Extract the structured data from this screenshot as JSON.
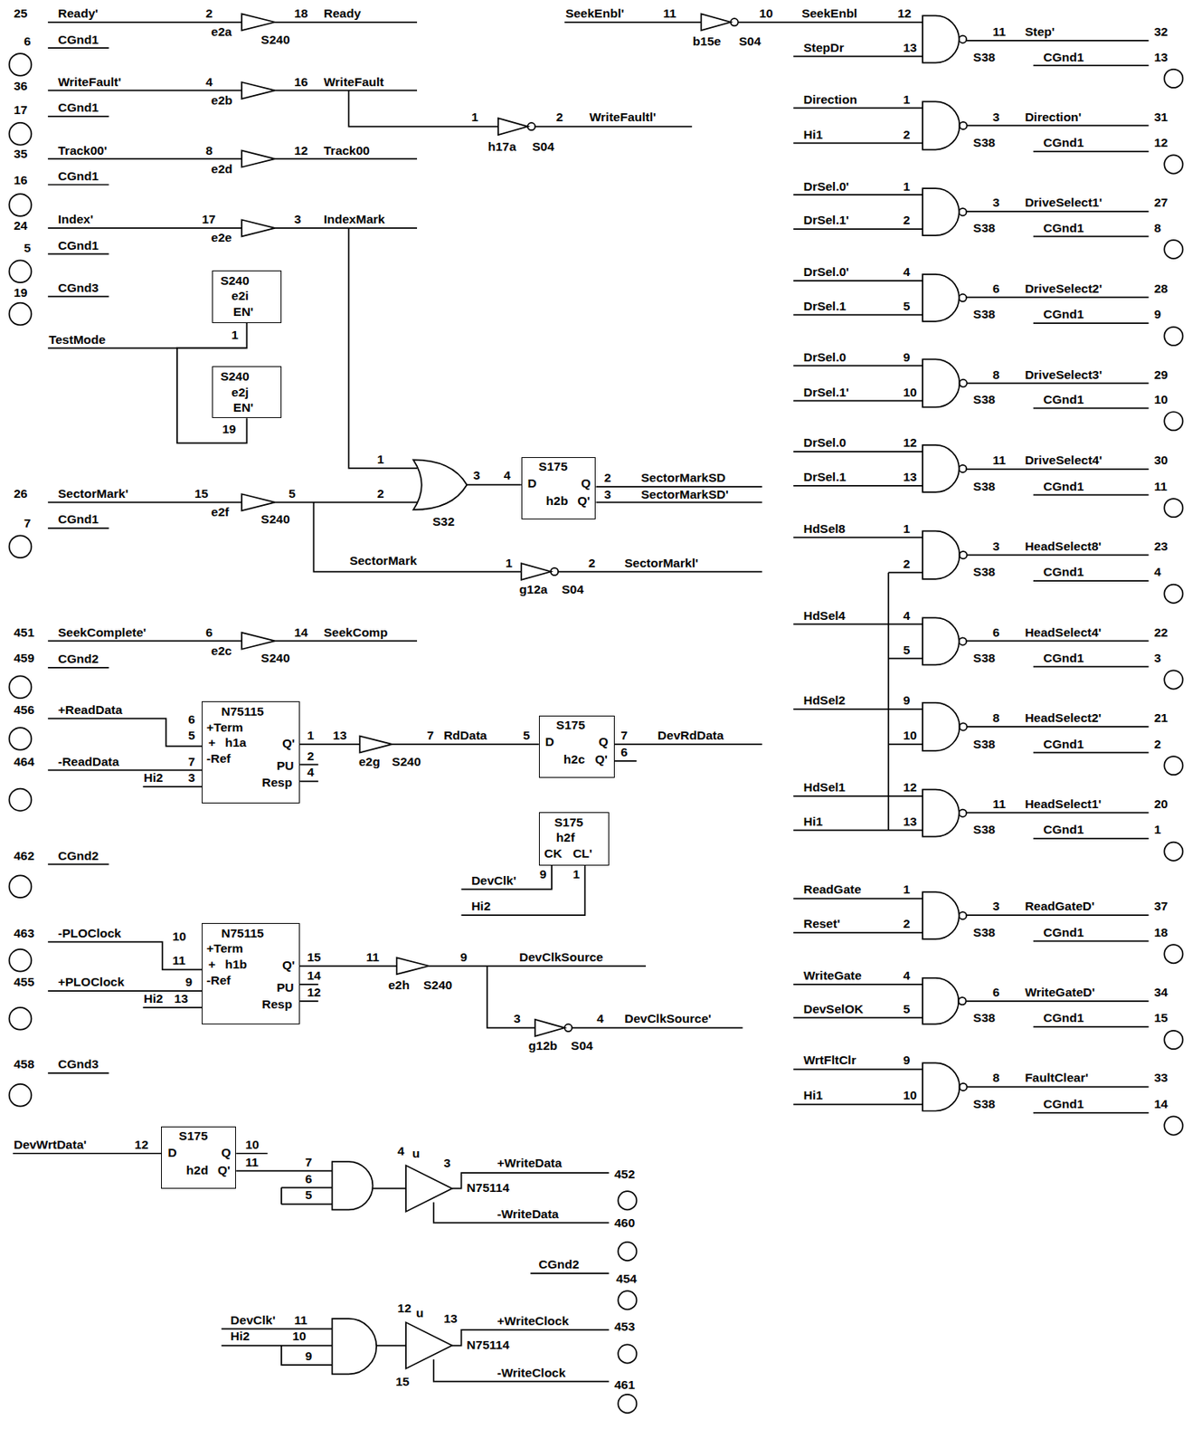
{
  "diagram": {
    "nodes": [
      {
        "text": [
          "S240",
          "e2i",
          "EN'"
        ]
      },
      {
        "text": [
          "S240",
          "e2j",
          "EN'"
        ]
      },
      {
        "text": [
          "S175",
          "D",
          "Q",
          "h2b",
          "Q'"
        ]
      },
      {
        "text": [
          "N75115",
          "+Term",
          "+",
          "h1a",
          "-Ref",
          "Q'",
          "PU",
          "Resp"
        ]
      },
      {
        "text": [
          "S175",
          "D",
          "Q",
          "h2c",
          "Q'"
        ]
      },
      {
        "text": [
          "S175",
          "h2f",
          "CK",
          "CL'"
        ]
      },
      {
        "text": [
          "N75115",
          "+Term",
          "+",
          "h1b",
          "-Ref",
          "Q'",
          "PU",
          "Resp"
        ]
      },
      {
        "text": [
          "S175",
          "D",
          "Q",
          "h2d",
          "Q'"
        ]
      }
    ],
    "edges": [
      {
        "from": 0,
        "to": 1,
        "arrow": "none"
      }
    ],
    "labels": [
      "25",
      "Ready'",
      "2",
      "18",
      "Ready",
      "e2a",
      "S240",
      "6",
      "CGnd1",
      "36",
      "WriteFault'",
      "4",
      "16",
      "WriteFault",
      "e2b",
      "17",
      "CGnd1",
      "35",
      "Track00'",
      "8",
      "12",
      "Track00",
      "e2d",
      "16",
      "CGnd1",
      "24",
      "Index'",
      "17",
      "3",
      "IndexMark",
      "e2e",
      "5",
      "CGnd1",
      "19",
      "CGnd3",
      "TestMode",
      "1",
      "19",
      "1",
      "26",
      "SectorMark'",
      "15",
      "5",
      "e2f",
      "S240",
      "2",
      "3",
      "4",
      "S32",
      "2",
      "SectorMarkSD",
      "3",
      "SectorMarkSD'",
      "7",
      "CGnd1",
      "SectorMark",
      "1",
      "2",
      "SectorMarkl'",
      "g12a",
      "S04",
      "451",
      "SeekComplete'",
      "6",
      "14",
      "SeekComp",
      "e2c",
      "S240",
      "459",
      "CGnd2",
      "456",
      "+ReadData",
      "6",
      "5",
      "464",
      "-ReadData",
      "7",
      "Hi2",
      "3",
      "1",
      "13",
      "2",
      "4",
      "e2g",
      "S240",
      "7",
      "RdData",
      "5",
      "7",
      "DevRdData",
      "6",
      "DevClk'",
      "9",
      "1",
      "Hi2",
      "462",
      "CGnd2",
      "463",
      "-PLOClock",
      "10",
      "11",
      "455",
      "+PLOClock",
      "9",
      "Hi2",
      "13",
      "15",
      "11",
      "14",
      "12",
      "e2h",
      "S240",
      "9",
      "DevClkSource",
      "3",
      "4",
      "DevClkSource'",
      "g12b",
      "S04",
      "458",
      "CGnd3",
      "DevWrtData'",
      "12",
      "10",
      "11",
      "7",
      "6",
      "5",
      "4",
      "u",
      "3",
      "+WriteData",
      "452",
      "N75114",
      "-WriteData",
      "460",
      "CGnd2",
      "454",
      "DevClk'",
      "11",
      "Hi2",
      "10",
      "9",
      "12",
      "u",
      "13",
      "+WriteClock",
      "453",
      "N75114",
      "-WriteClock",
      "461",
      "15",
      "SeekEnbl'",
      "11",
      "10",
      "SeekEnbl",
      "12",
      "b15e",
      "S04",
      "1",
      "2",
      "WriteFaultl'",
      "h17a",
      "S04",
      "StepDr",
      "13",
      "11",
      "Step'",
      "32",
      "S38",
      "CGnd1",
      "13",
      "Direction",
      "1",
      "Hi1",
      "2",
      "3",
      "Direction'",
      "31",
      "S38",
      "CGnd1",
      "12",
      "DrSel.0'",
      "1",
      "DrSel.1'",
      "2",
      "3",
      "DriveSelect1'",
      "27",
      "S38",
      "CGnd1",
      "8",
      "DrSel.0'",
      "4",
      "DrSel.1",
      "5",
      "6",
      "DriveSelect2'",
      "28",
      "S38",
      "CGnd1",
      "9",
      "DrSel.0",
      "9",
      "DrSel.1'",
      "10",
      "8",
      "DriveSelect3'",
      "29",
      "S38",
      "CGnd1",
      "10",
      "DrSel.0",
      "12",
      "DrSel.1",
      "13",
      "11",
      "DriveSelect4'",
      "30",
      "S38",
      "CGnd1",
      "11",
      "HdSel8",
      "1",
      "2",
      "3",
      "HeadSelect8'",
      "23",
      "S38",
      "CGnd1",
      "4",
      "HdSel4",
      "4",
      "5",
      "6",
      "HeadSelect4'",
      "22",
      "S38",
      "CGnd1",
      "3",
      "HdSel2",
      "9",
      "10",
      "8",
      "HeadSelect2'",
      "21",
      "S38",
      "CGnd1",
      "2",
      "HdSel1",
      "12",
      "Hi1",
      "13",
      "11",
      "HeadSelect1'",
      "20",
      "S38",
      "CGnd1",
      "1",
      "ReadGate",
      "1",
      "Reset'",
      "2",
      "3",
      "ReadGateD'",
      "37",
      "S38",
      "CGnd1",
      "18",
      "WriteGate",
      "4",
      "DevSelOK",
      "5",
      "6",
      "WriteGateD'",
      "34",
      "S38",
      "CGnd1",
      "15",
      "WrtFltClr",
      "9",
      "Hi1",
      "10",
      "8",
      "FaultClear'",
      "33",
      "S38",
      "CGnd1",
      "14"
    ]
  }
}
